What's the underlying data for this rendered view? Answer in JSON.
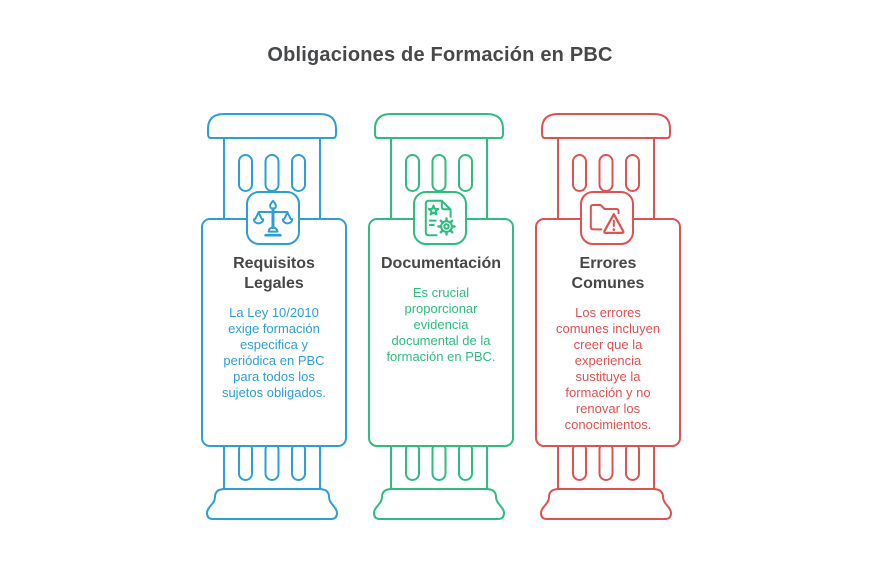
{
  "page": {
    "title": "Obligaciones de Formación en PBC",
    "background_color": "#ffffff",
    "title_color": "#47484a",
    "heading_color": "#474747"
  },
  "columns": [
    {
      "id": "requisitos-legales",
      "accent_color": "#2E9FD6",
      "icon": "scales-of-justice-icon",
      "title": "Requisitos\nLegales",
      "body": "La Ley 10/2010\nexige formación\nespecifica y\nperiódica en PBC\npara todos los\nsujetos obligados."
    },
    {
      "id": "documentacion",
      "accent_color": "#2FBC7F",
      "icon": "document-gear-icon",
      "title": "Documentación",
      "body": "Es crucial\nproporcionar\nevidencia\ndocumental de la\nformación en PBC."
    },
    {
      "id": "errores-comunes",
      "accent_color": "#E05151",
      "icon": "folder-warning-icon",
      "title": "Errores\nComunes",
      "body": "Los errores\ncomunes incluyen\ncreer que la\nexperiencia\nsustituye la\nformación y no\nrenovar los\nconocimientos."
    }
  ]
}
